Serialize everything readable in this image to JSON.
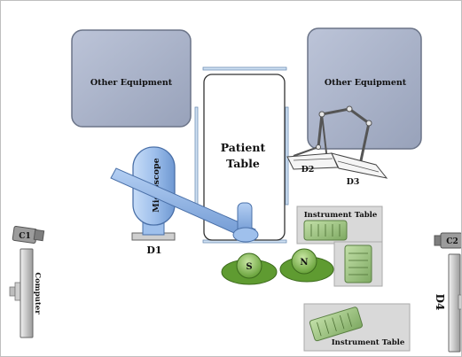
{
  "labels": {
    "equip_left": "Other Equipment",
    "equip_right": "Other Equipment",
    "patient_line1": "Patient",
    "patient_line2": "Table",
    "microscope": "Microscope",
    "d1": "D1",
    "d2": "D2",
    "d3": "D3",
    "d4": "D4",
    "c1": "C1",
    "c2": "C2",
    "computer": "Computer",
    "instrument_top": "Instrument  Table",
    "instrument_bottom": "Instrument  Table",
    "surgeon": "S",
    "nurse": "N"
  },
  "colors": {
    "equipment_fill": "#aab3c9",
    "equipment_stroke": "#6b7488",
    "microscope_fill": "#9fc0ec",
    "nurse_green": "#7fb84a",
    "instrument_table": "#d6d6d6",
    "tray_green": "#9ac67c"
  }
}
